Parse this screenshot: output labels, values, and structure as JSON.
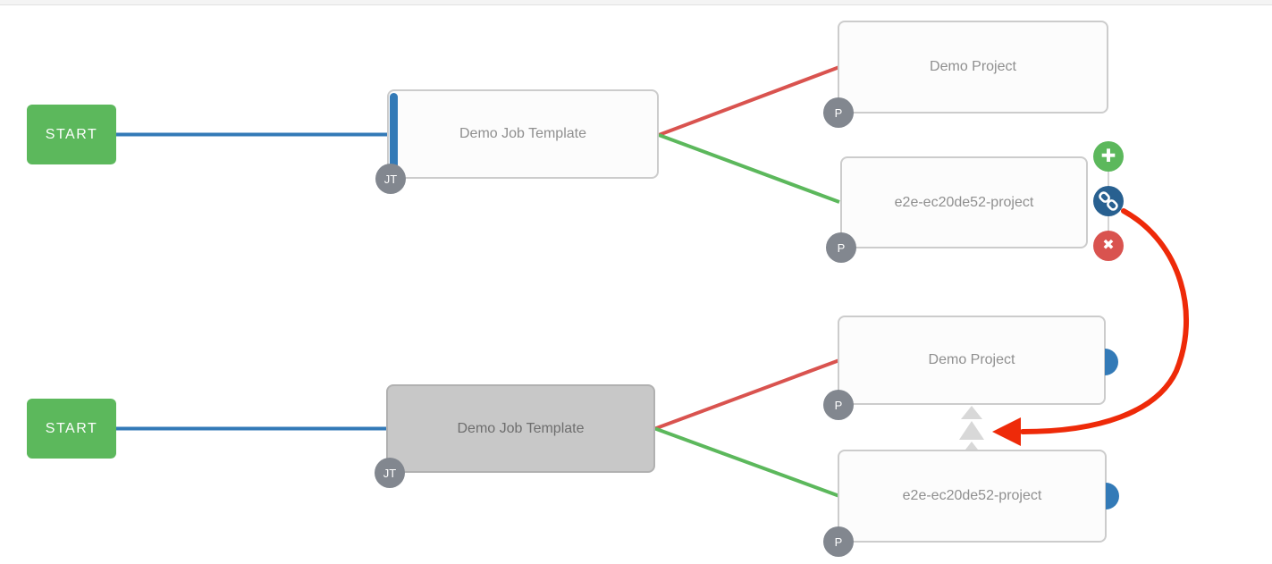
{
  "colors": {
    "start_green": "#5cb85c",
    "always_link_blue": "#337ab7",
    "failure_link_red": "#d9534f",
    "success_link_green": "#5cb85c",
    "selected_node_gray": "#c8c8c8",
    "node_background": "#fcfcfc",
    "node_border": "#cccccc",
    "badge_gray": "#82878f",
    "action_add_green": "#5cb85c",
    "action_link_blue": "#286090",
    "action_delete_red": "#d9534f",
    "annotation_arrow_red": "#ee2a09",
    "drop_target_gray": "#d8d8d8"
  },
  "top_workflow": {
    "start_label": "START",
    "job_template": {
      "label": "Demo Job Template",
      "badge": "JT"
    },
    "project_a": {
      "label": "Demo Project",
      "badge": "P"
    },
    "project_b": {
      "label": "e2e-ec20de52-project",
      "badge": "P"
    },
    "node_actions": {
      "add_glyph": "✚",
      "delete_glyph": "✖"
    }
  },
  "bottom_workflow": {
    "start_label": "START",
    "job_template": {
      "label": "Demo Job Template",
      "badge": "JT"
    },
    "project_a": {
      "label": "Demo Project",
      "badge": "P"
    },
    "project_b": {
      "label": "e2e-ec20de52-project",
      "badge": "P"
    }
  }
}
